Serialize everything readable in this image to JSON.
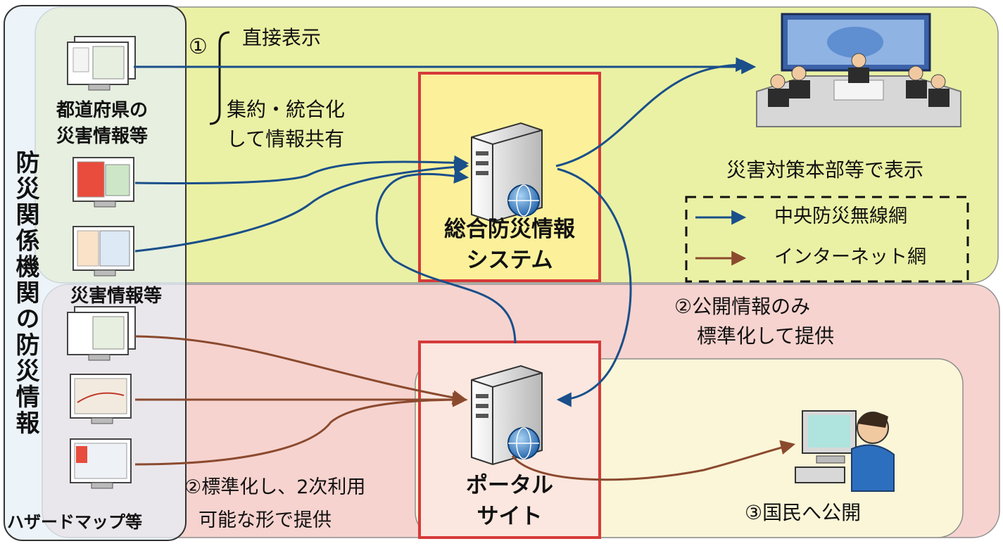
{
  "left_panel": {
    "vertical_title": "防災関係機関の防災情報",
    "prefecture_caption_line1": "都道府県の",
    "prefecture_caption_line2": "災害情報等",
    "disaster_caption": "災害情報等",
    "hazard_caption": "ハザードマップ等"
  },
  "step1": {
    "marker": "①",
    "direct": "直接表示",
    "aggregate_line1": "集約・統合化",
    "aggregate_line2": "して情報共有"
  },
  "system_box": {
    "line1": "総合防災情報",
    "line2": "システム"
  },
  "portal_box": {
    "line1": "ポータル",
    "line2": "サイト"
  },
  "hq_caption": "災害対策本部等で表示",
  "legend": {
    "central": {
      "label": "中央防災無線網",
      "color": "#1a4f8a"
    },
    "internet": {
      "label": "インターネット網",
      "color": "#8b4a2e"
    }
  },
  "step2": {
    "public_line1": "②公開情報のみ",
    "public_line2": "標準化して提供",
    "standard_line1": "②標準化し、2次利用",
    "standard_line2": "可能な形で提供"
  },
  "step3": "③国民へ公開",
  "colors": {
    "upper_band": "#eaf1a4",
    "lower_band": "#f6d3cf",
    "public_band": "#fbf6d8",
    "left_panel": "#e4eff6",
    "box_border": "#d63a3a",
    "system_fill": "#fcf19a",
    "portal_fill": "#fbe7df"
  }
}
